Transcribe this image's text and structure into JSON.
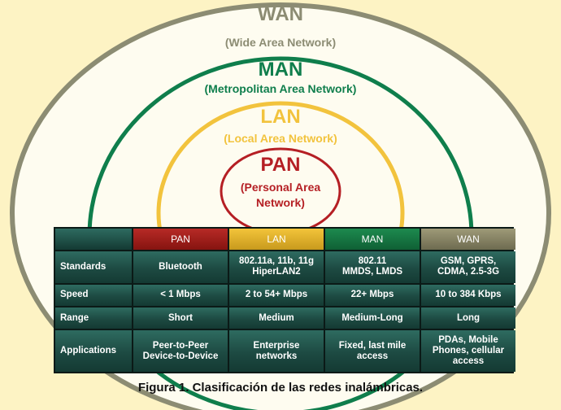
{
  "networks": {
    "wan": {
      "title": "WAN",
      "subtitle": "(Wide Area Network)",
      "color": "#8c8c73"
    },
    "man": {
      "title": "MAN",
      "subtitle": "(Metropolitan Area Network)",
      "color": "#0f7e4c"
    },
    "lan": {
      "title": "LAN",
      "subtitle": "(Local Area Network)",
      "color": "#f2c33d"
    },
    "pan": {
      "title": "PAN",
      "subtitle_line1": "(Personal Area",
      "subtitle_line2": "Network)",
      "color": "#b51f24"
    }
  },
  "table": {
    "headers": [
      "",
      "PAN",
      "LAN",
      "MAN",
      "WAN"
    ],
    "rows": [
      {
        "label": "Standards",
        "pan": [
          "Bluetooth"
        ],
        "lan": [
          "802.11a, 11b, 11g",
          "HiperLAN2"
        ],
        "man": [
          "802.11",
          "MMDS, LMDS"
        ],
        "wan": [
          "GSM, GPRS,",
          "CDMA, 2.5-3G"
        ]
      },
      {
        "label": "Speed",
        "pan": [
          "< 1 Mbps"
        ],
        "lan": [
          "2 to 54+ Mbps"
        ],
        "man": [
          "22+ Mbps"
        ],
        "wan": [
          "10 to 384 Kbps"
        ]
      },
      {
        "label": "Range",
        "pan": [
          "Short"
        ],
        "lan": [
          "Medium"
        ],
        "man": [
          "Medium-Long"
        ],
        "wan": [
          "Long"
        ]
      },
      {
        "label": "Applications",
        "pan": [
          "Peer-to-Peer",
          "Device-to-Device"
        ],
        "lan": [
          "Enterprise",
          "networks"
        ],
        "man": [
          "Fixed, last mile",
          "access"
        ],
        "wan": [
          "PDAs, Mobile",
          "Phones, cellular",
          "access"
        ]
      }
    ]
  },
  "caption": "Figura 1. Clasificación de las redes inalámbricas."
}
